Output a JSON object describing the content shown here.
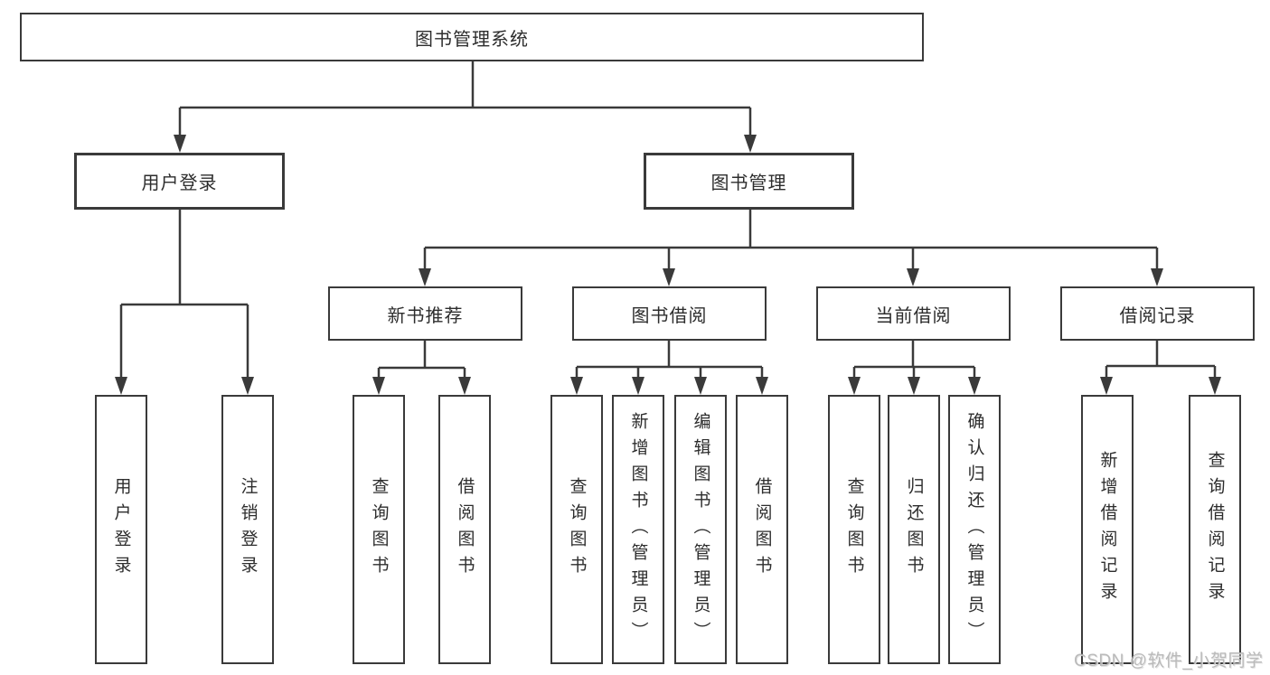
{
  "colors": {
    "line": "#3a3a3a",
    "text": "#2d2d2d",
    "watermark_text": "#b3b3b3",
    "background": "#ffffff"
  },
  "watermark": {
    "text": "CSDN @软件_小贺同学"
  },
  "tree": {
    "label": "图书管理系统",
    "children": [
      {
        "label": "用户登录",
        "children": [
          {
            "label": "用户登录"
          },
          {
            "label": "注销登录"
          }
        ]
      },
      {
        "label": "图书管理",
        "children": [
          {
            "label": "新书推荐",
            "children": [
              {
                "label": "查询图书"
              },
              {
                "label": "借阅图书"
              }
            ]
          },
          {
            "label": "图书借阅",
            "children": [
              {
                "label": "查询图书"
              },
              {
                "label": "新增图书（管理员）"
              },
              {
                "label": "编辑图书（管理员）"
              },
              {
                "label": "借阅图书"
              }
            ]
          },
          {
            "label": "当前借阅",
            "children": [
              {
                "label": "查询图书"
              },
              {
                "label": "归还图书"
              },
              {
                "label": "确认归还（管理员）"
              }
            ]
          },
          {
            "label": "借阅记录",
            "children": [
              {
                "label": "新增借阅记录"
              },
              {
                "label": "查询借阅记录"
              }
            ]
          }
        ]
      }
    ]
  }
}
